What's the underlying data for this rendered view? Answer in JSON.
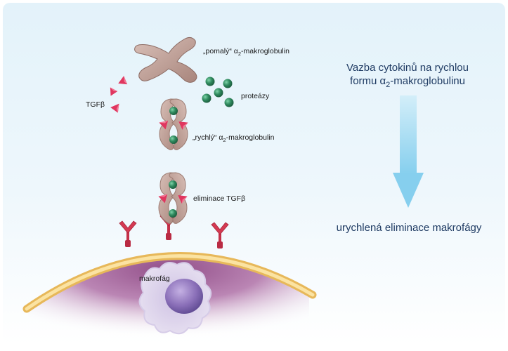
{
  "labels": {
    "slow_prefix": "„pomalý“ α",
    "slow_sub": "2",
    "slow_suffix": "-makroglobulin",
    "tgfb": "TGFβ",
    "proteases": "proteázy",
    "fast_prefix": "„rychlý“ α",
    "fast_sub": "2",
    "fast_suffix": "-makroglobulin",
    "elimination": "eliminace TGFβ",
    "macrophage": "makrofág"
  },
  "right": {
    "title_line1": "Vazba cytokinů na rychlou",
    "title_line2_prefix": "formu α",
    "title_line2_sub": "2",
    "title_line2_suffix": "-makroglobulinu",
    "result": "urychlená eliminace makrofágy"
  },
  "colors": {
    "panel_bg": "#eaf5fb",
    "arrow": "#8fd3ee",
    "protein": "#c8a9a0",
    "protein_edge": "#9c7b72",
    "protease": "#2f8a5e",
    "tgfb": "#e0365f",
    "receptor": "#d43a52",
    "membrane": "#f4c86e",
    "cell_inner": "#a9659c",
    "nucleus": "#8a6fb8",
    "title_text": "#1f3b63"
  },
  "icons": [
    "slow-a2m-x-shape",
    "tgfb-pyramid",
    "protease-sphere",
    "fast-a2m-dimer",
    "receptor-y",
    "macrophage-cell",
    "nucleus",
    "down-arrow"
  ]
}
